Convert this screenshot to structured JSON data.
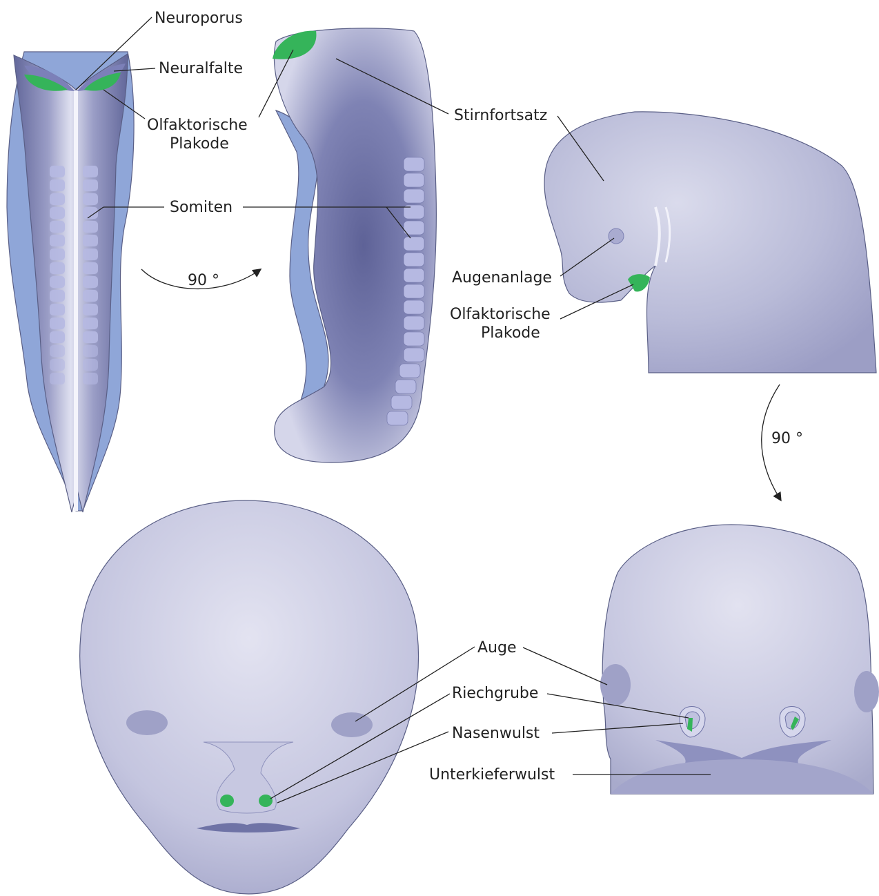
{
  "colors": {
    "background": "#ffffff",
    "tissue_light": "#d9d9ea",
    "tissue_mid": "#a7a9cc",
    "tissue_dark": "#63679a",
    "mesoderm_blue": "#8fa6d8",
    "somite": "#b6b9e2",
    "placode_green": "#35b45a",
    "text": "#222222"
  },
  "labels": {
    "neuroporus": "Neuroporus",
    "neuralfalte": "Neuralfalte",
    "olfaktorische_plakode_1a": "Olfaktorische",
    "olfaktorische_plakode_1b": "Plakode",
    "somiten": "Somiten",
    "rotation_1": "90 °",
    "stirnfortsatz": "Stirnfortsatz",
    "augenanlage": "Augenanlage",
    "olfaktorische_plakode_2a": "Olfaktorische",
    "olfaktorische_plakode_2b": "Plakode",
    "rotation_2": "90 °",
    "auge": "Auge",
    "riechgrube": "Riechgrube",
    "nasenwulst": "Nasenwulst",
    "unterkieferwulst": "Unterkieferwulst"
  }
}
